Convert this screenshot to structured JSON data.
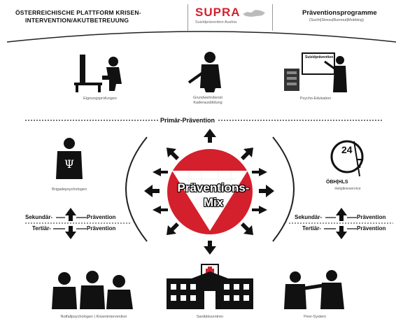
{
  "header": {
    "org_line1": "ÖSTERREICHISCHE PLATTFORM KRISEN-",
    "org_line2": "INTERVENTION/AKUTBETREUUNG",
    "logo_name": "SUPRA",
    "logo_sub": "Suizidprävention Austria",
    "right_title": "Präventionsprogramme",
    "right_sub": "(Sucht|Stress|Burnout|Mobbing)"
  },
  "top_items": [
    {
      "caption": "Eignungsprüfungen",
      "icon": "desk-worker-icon"
    },
    {
      "caption_line1": "Grundwehrdienst",
      "caption_line2": "Kaderausbildung",
      "icon": "soldier-icon"
    },
    {
      "caption": "Psycho-Edukation",
      "icon": "presenter-icon",
      "board": "Suizidprävention"
    }
  ],
  "primaer": "Primär-Prävention",
  "center": {
    "line1": "Präventions-",
    "line2": "Mix",
    "colors": {
      "red": "#d4202c",
      "white": "#ffffff"
    }
  },
  "left": {
    "caption": "Brigadepsychologen",
    "icon": "psychologist-icon",
    "sekundaer": "Sekundär-",
    "tertiaer": "Tertiär-",
    "praevention": "Prävention"
  },
  "right": {
    "caption": "Helplineservice",
    "icon": "helpline-24-7-icon",
    "brand": "ÖBH|HLS",
    "h24": "24",
    "d7": "7",
    "sekundaer": "Sekundär-",
    "tertiaer": "Tertiär-",
    "praevention": "Prävention"
  },
  "bottom_items": [
    {
      "caption": "Notfallpsychologen | Krisenintervention",
      "icon": "group-support-icon"
    },
    {
      "caption": "Sanitätszentren",
      "icon": "hospital-icon"
    },
    {
      "caption": "Peer-System",
      "icon": "peer-support-icon"
    }
  ]
}
